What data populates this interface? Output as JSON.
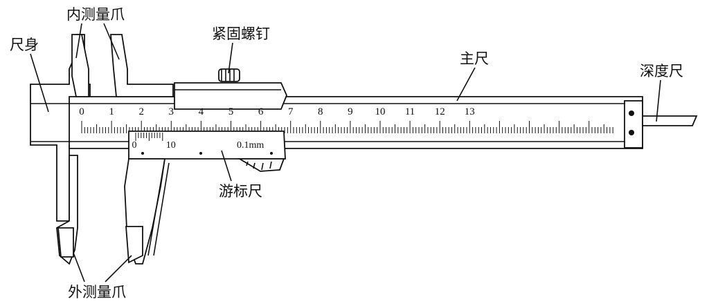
{
  "labels": {
    "inner_jaws": "内测量爪",
    "body": "尺身",
    "lock_screw": "紧固螺钉",
    "main_scale": "主尺",
    "depth_rod": "深度尺",
    "vernier": "游标尺",
    "outer_jaws": "外测量爪"
  },
  "main_scale_numbers": [
    "0",
    "1",
    "2",
    "3",
    "4",
    "5",
    "6",
    "7",
    "8",
    "9",
    "10",
    "11",
    "12",
    "13"
  ],
  "vernier_scale": {
    "numbers": [
      "0",
      "10"
    ],
    "precision": "0.1mm"
  }
}
